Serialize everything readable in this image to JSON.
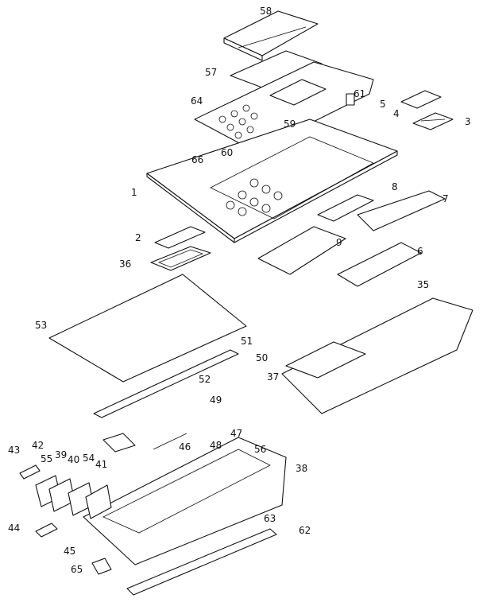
{
  "diagram": {
    "callouts": [
      "58",
      "57",
      "64",
      "61",
      "5",
      "4",
      "3",
      "59",
      "60",
      "66",
      "1",
      "8",
      "7",
      "2",
      "9",
      "36",
      "6",
      "35",
      "53",
      "51",
      "50",
      "37",
      "52",
      "49",
      "42",
      "55",
      "39",
      "40",
      "54",
      "41",
      "47",
      "56",
      "38",
      "46",
      "48",
      "43",
      "44",
      "63",
      "62",
      "45",
      "65"
    ]
  }
}
